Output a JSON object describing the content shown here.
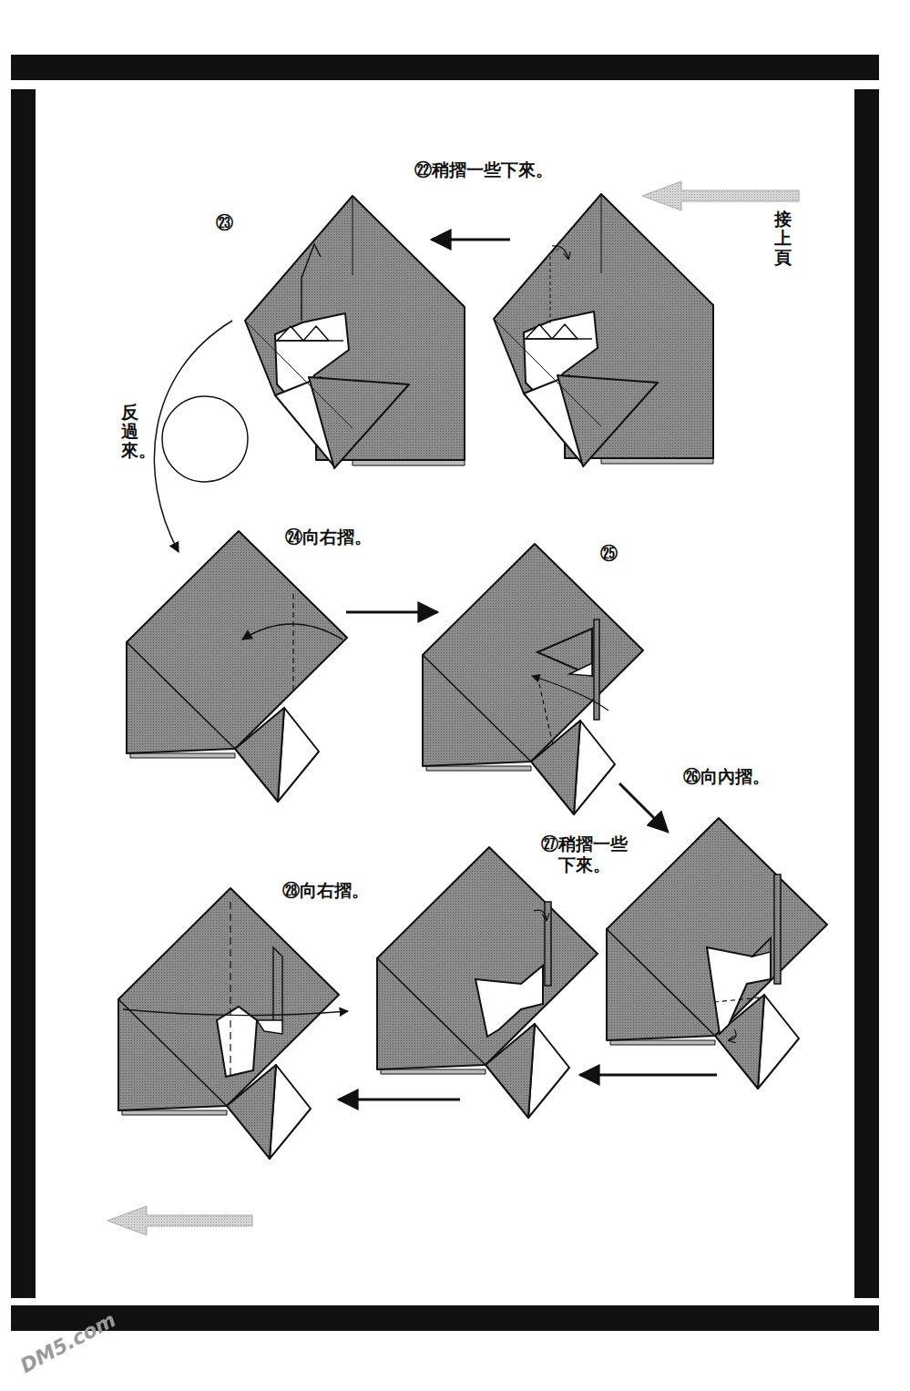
{
  "diagram": {
    "labels": [
      "㉒稍摺一些下來。",
      "㉓",
      "接上頁",
      "反過來。",
      "㉔向右摺。",
      "㉕",
      "㉖向內摺。",
      "㉗稍摺一些 下來。",
      "㉘向右摺。",
      "DM5.com"
    ]
  }
}
